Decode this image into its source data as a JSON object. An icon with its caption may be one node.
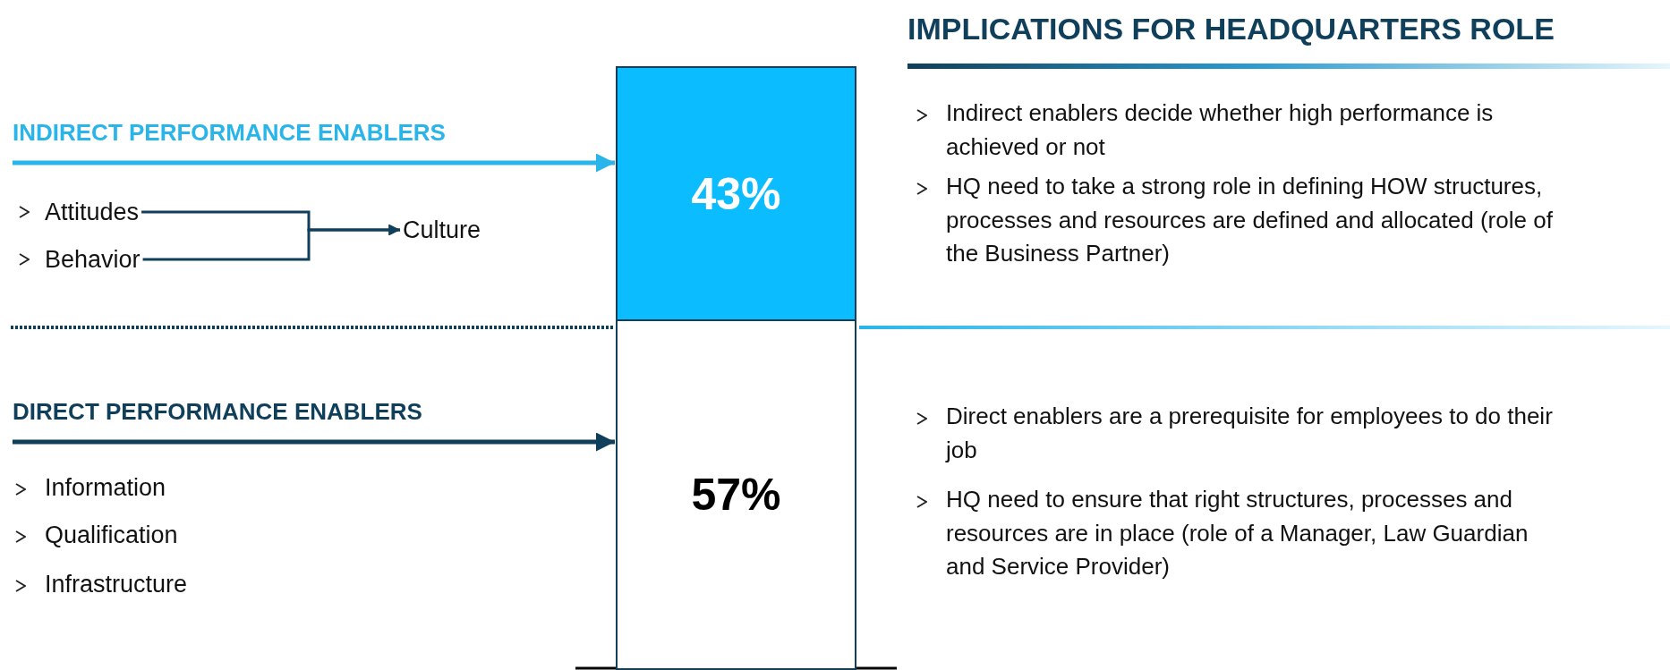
{
  "diagram": {
    "nodes": [
      {
        "text": [
          "43%"
        ]
      },
      {
        "text": [
          "57%"
        ]
      },
      {
        "text": [
          "Attitudes"
        ]
      },
      {
        "text": [
          "Behavior"
        ]
      },
      {
        "text": [
          "Culture"
        ]
      }
    ],
    "edges": [
      {
        "from": null,
        "to": 0,
        "arrow": "to",
        "color": "#29b5ea"
      },
      {
        "from": null,
        "to": 1,
        "arrow": "to"
      },
      {
        "from": 2,
        "to": 4,
        "arrow": "to"
      },
      {
        "from": 3,
        "to": 4,
        "arrow": "to"
      }
    ],
    "labels": [
      "IMPLICATIONS FOR HEADQUARTERS ROLE",
      "INDIRECT PERFORMANCE ENABLERS",
      "Indirect enablers decide whether high performance is achieved or not",
      "HQ need to take a strong role in defining HOW structures, processes and resources are defined and allocated (role of the Business Partner)",
      "DIRECT PERFORMANCE ENABLERS",
      "Direct enablers are a prerequisite for employees to do their job",
      "Information",
      "Qualification",
      "Infrastructure",
      "HQ need to ensure that right structures, processes and resources are in place (role of a Manager, Law Guardian and Service Provider)"
    ]
  }
}
